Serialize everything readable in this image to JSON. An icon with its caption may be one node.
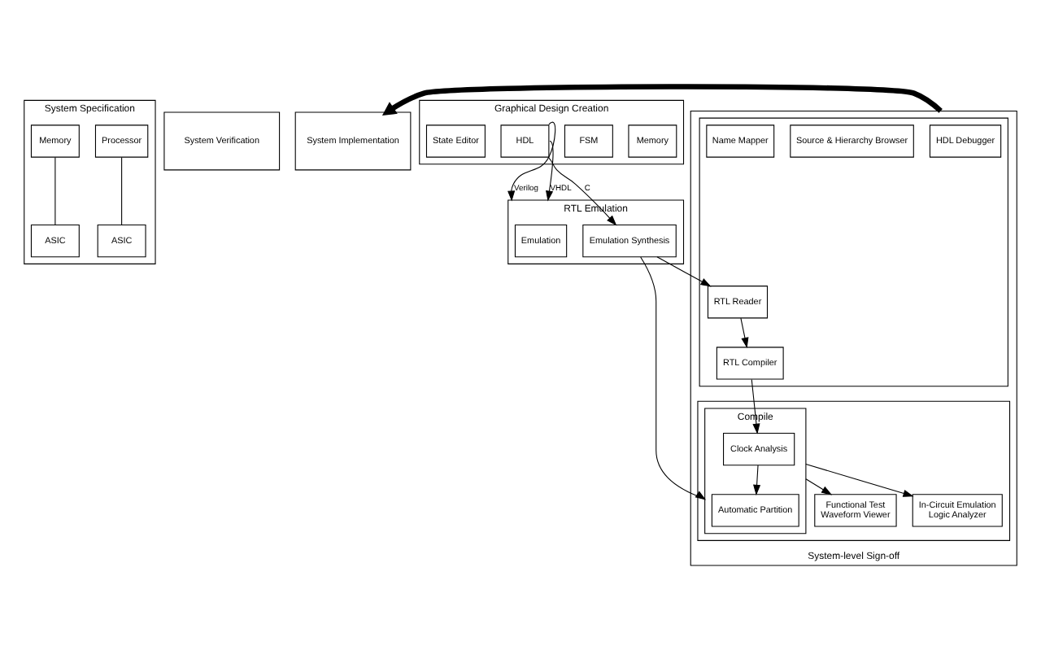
{
  "diagram": {
    "nodes": [
      {
        "text": [
          "System Specification"
        ]
      },
      {
        "text": [
          "Processor"
        ],
        "in": 0
      },
      {
        "text": [
          "ASIC"
        ],
        "in": 0
      },
      {
        "text": [
          "Memory"
        ],
        "in": 0
      },
      {
        "text": [
          "ASIC"
        ],
        "in": 0
      },
      {
        "text": [
          "System Verification"
        ]
      },
      {
        "text": [
          "System Implementation"
        ]
      },
      {
        "text": [
          "Graphical Design Creation"
        ]
      },
      {
        "text": [
          "Memory"
        ],
        "in": 7
      },
      {
        "text": [
          "FSM"
        ],
        "in": 7
      },
      {
        "text": [
          "HDL"
        ],
        "in": 7
      },
      {
        "text": [
          "State Editor"
        ],
        "in": 7
      },
      {
        "text": [
          "RTL Emulation"
        ]
      },
      {
        "text": [
          "Emulation Synthesis"
        ],
        "in": 12
      },
      {
        "text": [
          "Emulation"
        ],
        "in": 12
      },
      {
        "text": [
          "System-level Sign-off"
        ]
      },
      {
        "text": [],
        "shape": "box",
        "in": 15
      },
      {
        "text": [
          "HDL Debugger"
        ],
        "in": 16
      },
      {
        "text": [
          "Source & Hierarchy Browser"
        ],
        "in": 16
      },
      {
        "text": [
          "Name Mapper"
        ],
        "in": 16
      },
      {
        "text": [
          "RTL Reader"
        ],
        "in": 16
      },
      {
        "text": [
          "RTL Compiler"
        ],
        "in": 16
      },
      {
        "text": [],
        "shape": "box",
        "in": 15
      },
      {
        "text": [
          "Compile"
        ],
        "in": 22
      },
      {
        "text": [
          "Clock Analysis"
        ],
        "in": 23
      },
      {
        "text": [
          "Automatic Partition"
        ],
        "in": 23
      },
      {
        "text": [
          "Functional Test",
          "Waveform Viewer"
        ],
        "in": 22
      },
      {
        "text": [
          "In-Circuit Emulation",
          "Logic Analyzer"
        ],
        "in": 22
      }
    ],
    "edges": [
      {
        "from": 1,
        "to": 2,
        "arrow": "none"
      },
      {
        "from": 3,
        "to": 4,
        "arrow": "none"
      },
      {
        "from": 10,
        "to": 12,
        "arrow": "to",
        "label": "Verilog"
      },
      {
        "from": 10,
        "to": 12,
        "arrow": "to",
        "label": "VHDL"
      },
      {
        "from": 10,
        "to": 13,
        "arrow": "to",
        "label": "C"
      },
      {
        "from": 13,
        "to": 20,
        "arrow": "to"
      },
      {
        "from": 13,
        "to": 23,
        "arrow": "to"
      },
      {
        "from": 20,
        "to": 21,
        "arrow": "to"
      },
      {
        "from": 21,
        "to": 24,
        "arrow": "to"
      },
      {
        "from": 24,
        "to": 25,
        "arrow": "to"
      },
      {
        "from": 23,
        "to": 26,
        "arrow": "to"
      },
      {
        "from": 23,
        "to": 27,
        "arrow": "to"
      },
      {
        "from": 15,
        "to": 6,
        "arrow": "to",
        "style": "thick"
      }
    ]
  }
}
